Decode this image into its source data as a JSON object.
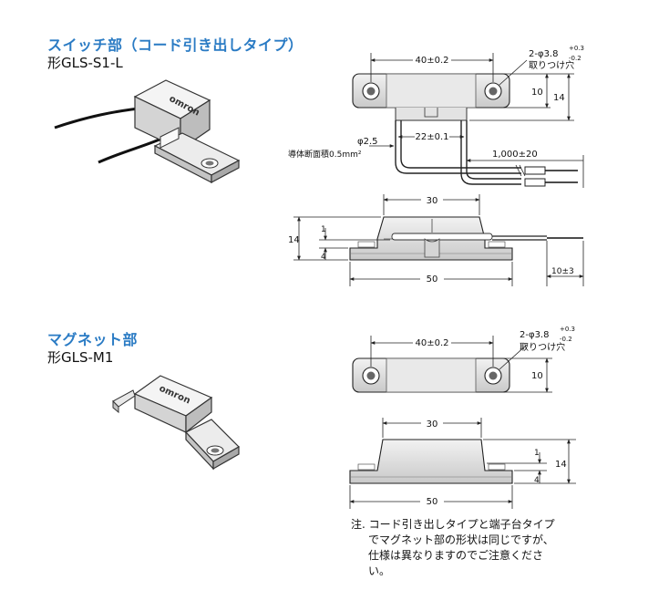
{
  "switch_section": {
    "title": "スイッチ部（コード引き出しタイプ）",
    "model": "形GLS-S1-L",
    "logo": "omron",
    "top_view": {
      "width_40": "40±0.2",
      "hole": "2-φ3.8",
      "hole_tol_upper": "+0.3",
      "hole_tol_lower": "-0.2",
      "hole_note": "取りつけ穴",
      "height_10": "10",
      "height_14": "14",
      "pitch_22": "22±0.1",
      "cable_dia": "φ2.5",
      "conductor": "導体断面積0.5mm²",
      "cable_length": "1,000±20"
    },
    "side_view": {
      "width_30": "30",
      "height_14": "14",
      "dim_1": "1",
      "dim_4": "4",
      "width_50": "50",
      "lead_10": "10±3"
    }
  },
  "magnet_section": {
    "title": "マグネット部",
    "model": "形GLS-M1",
    "logo": "omron",
    "top_view": {
      "width_40": "40±0.2",
      "hole": "2-φ3.8",
      "hole_tol_upper": "+0.3",
      "hole_tol_lower": "-0.2",
      "hole_note": "取りつけ穴",
      "height_10": "10"
    },
    "side_view": {
      "width_30": "30",
      "dim_1": "1",
      "dim_4": "4",
      "height_14": "14",
      "width_50": "50"
    }
  },
  "note": {
    "line1": "注. コード引き出しタイプと端子台タイプ",
    "line2": "でマグネット部の形状は同じですが、",
    "line3": "仕様は異なりますのでご注意くださ",
    "line4": "い。"
  },
  "colors": {
    "title": "#2a7bc4",
    "body_fill": "#e3e3e3",
    "line": "#222222"
  }
}
